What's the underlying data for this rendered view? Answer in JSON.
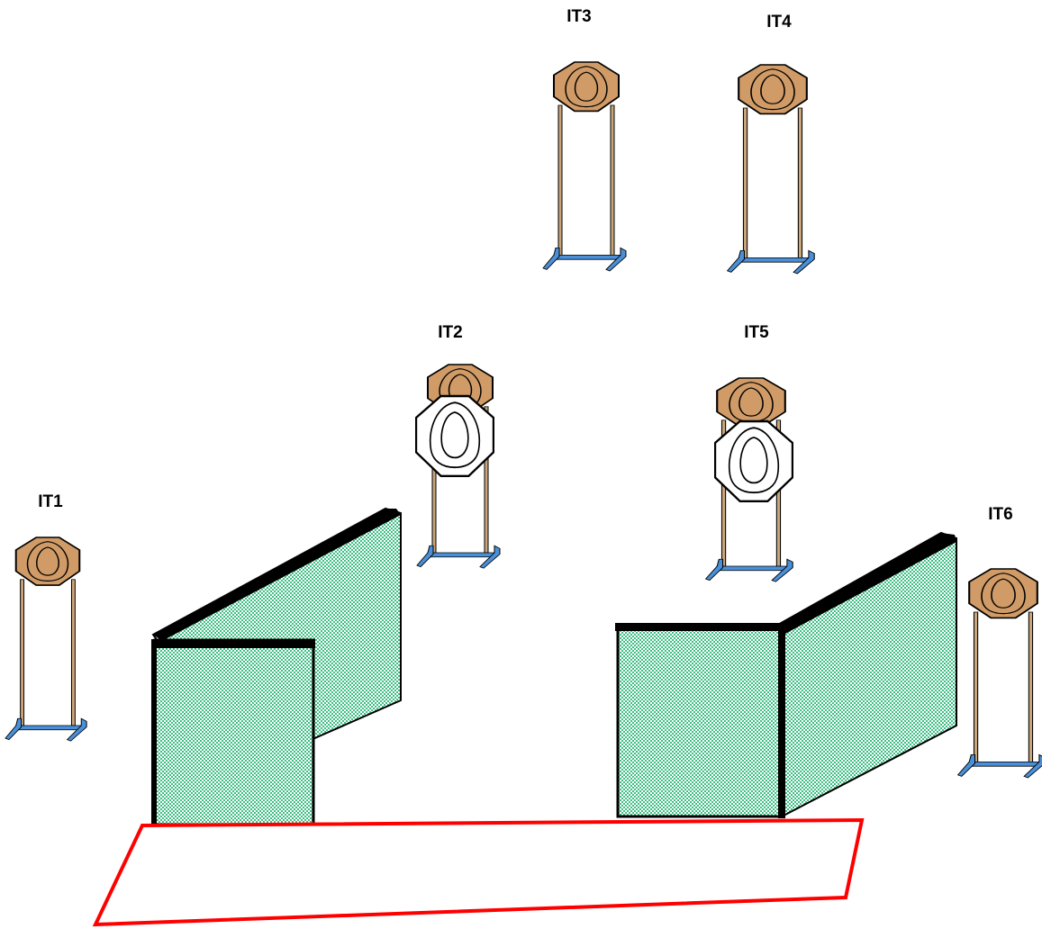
{
  "targets": {
    "it1": {
      "label": "IT1",
      "no_shoot_overlay": false
    },
    "it2": {
      "label": "IT2",
      "no_shoot_overlay": true
    },
    "it3": {
      "label": "IT3",
      "no_shoot_overlay": false
    },
    "it4": {
      "label": "IT4",
      "no_shoot_overlay": false
    },
    "it5": {
      "label": "IT5",
      "no_shoot_overlay": true
    },
    "it6": {
      "label": "IT6",
      "no_shoot_overlay": false
    }
  },
  "colors": {
    "target_fill": "#D09B66",
    "no_shoot_fill": "#FFFFFF",
    "stand_post": "#C9A57A",
    "stand_base": "#4A90D9",
    "wall_green": "#3EBE84",
    "wall_edge": "#000000",
    "shooting_box": "#FF0000"
  }
}
